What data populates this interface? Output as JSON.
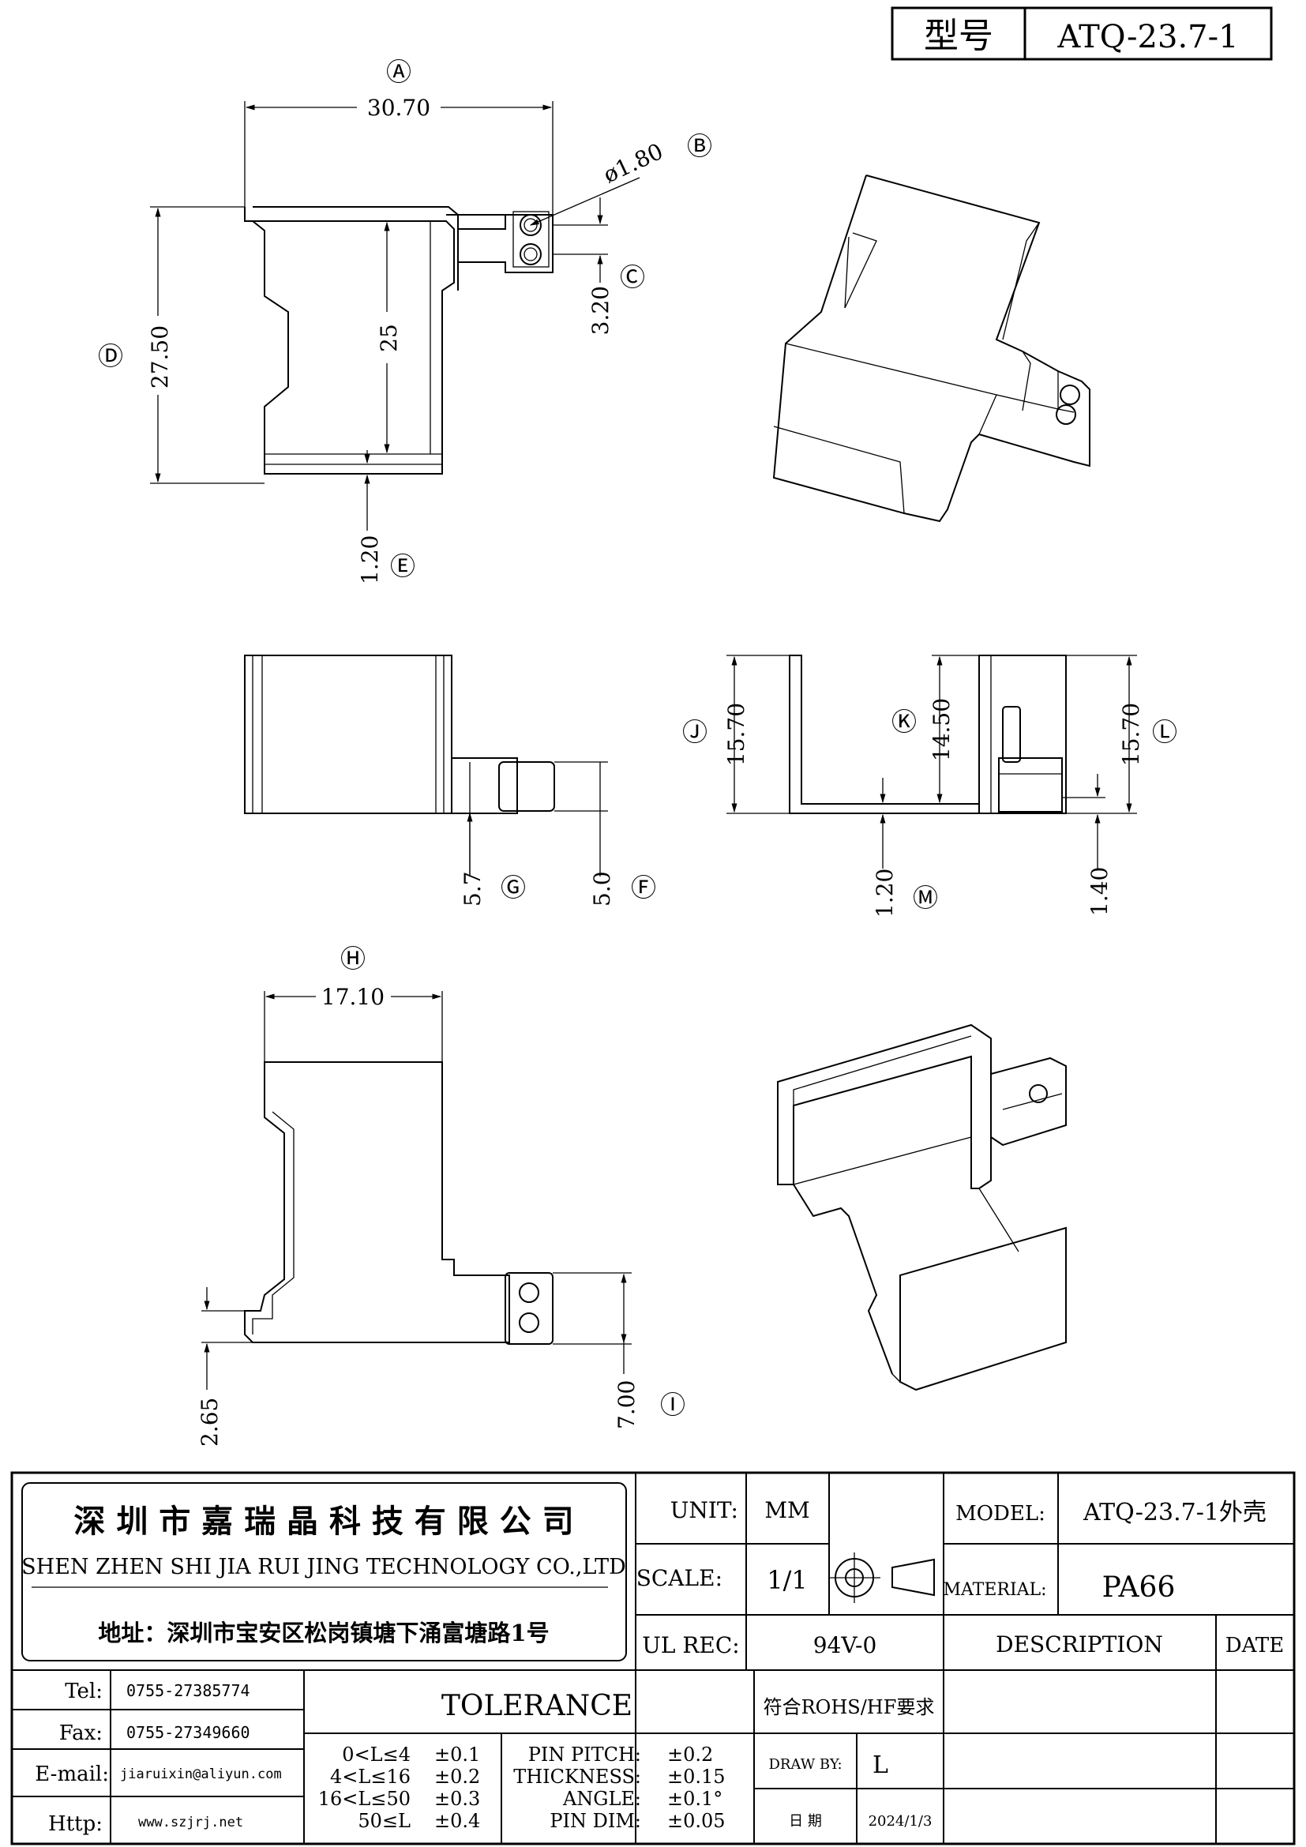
{
  "title_block": {
    "model_label": "型号",
    "model_value": "ATQ-23.7-1"
  },
  "dimensions": {
    "A": "Ⓐ",
    "A_val": "30.70",
    "B": "Ⓑ",
    "B_val": "ø1.80",
    "C": "Ⓒ",
    "C_val": "3.20",
    "D": "Ⓓ",
    "D_val": "27.50",
    "inner_25": "25",
    "E": "Ⓔ",
    "E_val": "1.20",
    "F": "Ⓕ",
    "F_val": "5.0",
    "G": "Ⓖ",
    "G_val": "5.7",
    "H": "Ⓗ",
    "H_val": "17.10",
    "I": "Ⓘ",
    "I_val": "7.00",
    "J": "Ⓙ",
    "J_val": "15.70",
    "K": "Ⓚ",
    "K_val": "14.50",
    "L": "Ⓛ",
    "L_val": "15.70",
    "M": "Ⓜ",
    "M_val": "1.20",
    "N_val": "1.40",
    "P_val": "2.65"
  },
  "company": {
    "name_cn": "深 圳 市 嘉 瑞 晶 科 技 有 限 公 司",
    "name_en": "SHEN ZHEN SHI  JIA RUI JING  TECHNOLOGY CO.,LTD",
    "address": "地址：深圳市宝安区松岗镇塘下涌富塘路1号"
  },
  "contact": {
    "tel_label": "Tel:",
    "tel": "0755-27385774",
    "fax_label": "Fax:",
    "fax": "0755-27349660",
    "email_label": "E-mail:",
    "email": "jiaruixin@aliyun.com",
    "http_label": "Http:",
    "http": "www.szjrj.net"
  },
  "specs": {
    "unit_label": "UNIT:",
    "unit": "MM",
    "scale_label": "SCALE:",
    "scale": "1/1",
    "ul_label": "UL REC:",
    "ul": "94V-0",
    "model_label": "MODEL:",
    "model": "ATQ-23.7-1外壳",
    "material_label": "MATERIAL:",
    "material": "PA66",
    "description_label": "DESCRIPTION",
    "date_label": "DATE",
    "rohs": "符合ROHS/HF要求",
    "drawby_label": "DRAW BY:",
    "drawby": "L",
    "date_cn_label": "日 期",
    "date": "2024/1/3"
  },
  "tolerance": {
    "title": "TOLERANCE",
    "ranges": [
      {
        "range": "0<L≤4",
        "value": "±0.1"
      },
      {
        "range": "4<L≤16",
        "value": "±0.2"
      },
      {
        "range": "16<L≤50",
        "value": "±0.3"
      },
      {
        "range": "50≤L",
        "value": "±0.4"
      }
    ],
    "others": [
      {
        "label": "PIN PITCH:",
        "value": "±0.2"
      },
      {
        "label": "THICKNESS:",
        "value": "±0.15"
      },
      {
        "label": "ANGLE:",
        "value": "±0.1°"
      },
      {
        "label": "PIN DIM:",
        "value": "±0.05"
      }
    ]
  }
}
